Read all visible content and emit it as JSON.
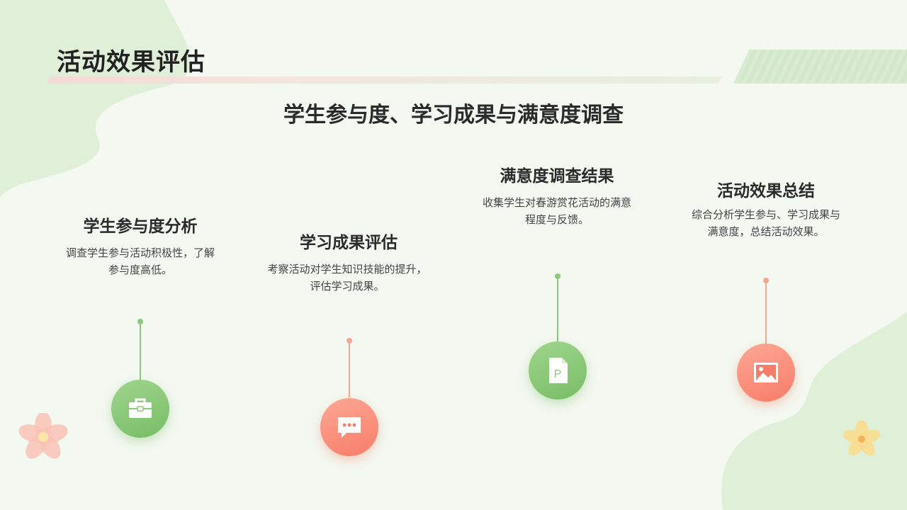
{
  "page": {
    "title": "活动效果评估",
    "subtitle": "学生参与度、学习成果与满意度调查"
  },
  "items": [
    {
      "title": "学生参与度分析",
      "desc_line1": "调查学生参与活动积极性，了解",
      "desc_line2": "参与度高低。",
      "icon": "briefcase-icon",
      "color": "green"
    },
    {
      "title": "学习成果评估",
      "desc_line1": "考察活动对学生知识技能的提升，",
      "desc_line2": "评估学习成果。",
      "icon": "chat-bubble-icon",
      "color": "pink"
    },
    {
      "title": "满意度调查结果",
      "desc_line1": "收集学生对春游赏花活动的满意",
      "desc_line2": "程度与反馈。",
      "icon": "document-p-icon",
      "color": "green"
    },
    {
      "title": "活动效果总结",
      "desc_line1": "综合分析学生参与、学习成果与",
      "desc_line2": "满意度，总结活动效果。",
      "icon": "image-icon",
      "color": "pink"
    }
  ],
  "colors": {
    "background": "#f3f8f0",
    "green": "#8cc97a",
    "pink": "#f5a58e"
  }
}
